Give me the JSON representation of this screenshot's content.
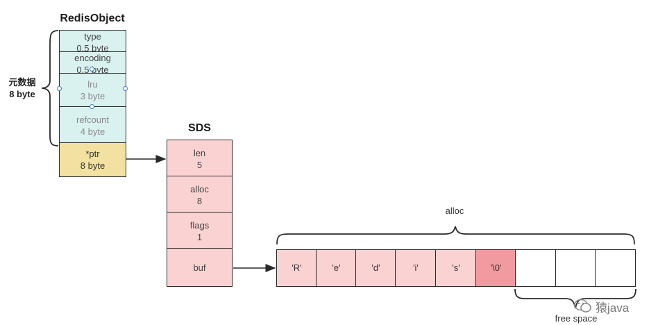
{
  "redis_object": {
    "title": "RedisObject",
    "fields": [
      {
        "name": "type",
        "size": "0.5 byte"
      },
      {
        "name": "encoding",
        "size": "0.5 byte"
      },
      {
        "name": "lru",
        "size": "3 byte"
      },
      {
        "name": "refcount",
        "size": "4 byte"
      },
      {
        "name": "*ptr",
        "size": "8 byte"
      }
    ],
    "brace_label": [
      "元数据",
      "8 byte"
    ]
  },
  "sds": {
    "title": "SDS",
    "fields": [
      {
        "name": "len",
        "value": "5"
      },
      {
        "name": "alloc",
        "value": "8"
      },
      {
        "name": "flags",
        "value": "1"
      },
      {
        "name": "buf",
        "value": ""
      }
    ]
  },
  "buffer": {
    "cells": [
      "'R'",
      "'e'",
      "'d'",
      "'i'",
      "'s'",
      "'\\0'",
      "",
      "",
      ""
    ],
    "top_label": "alloc",
    "bottom_label": "free space"
  },
  "watermark": {
    "text": "猿java"
  },
  "colors": {
    "meta": "#d9f1ef",
    "ptr": "#f2e1a0",
    "sds": "#fbd2d2",
    "terminator": "#f19a9f",
    "selection_handle": "#2f7fd3"
  }
}
